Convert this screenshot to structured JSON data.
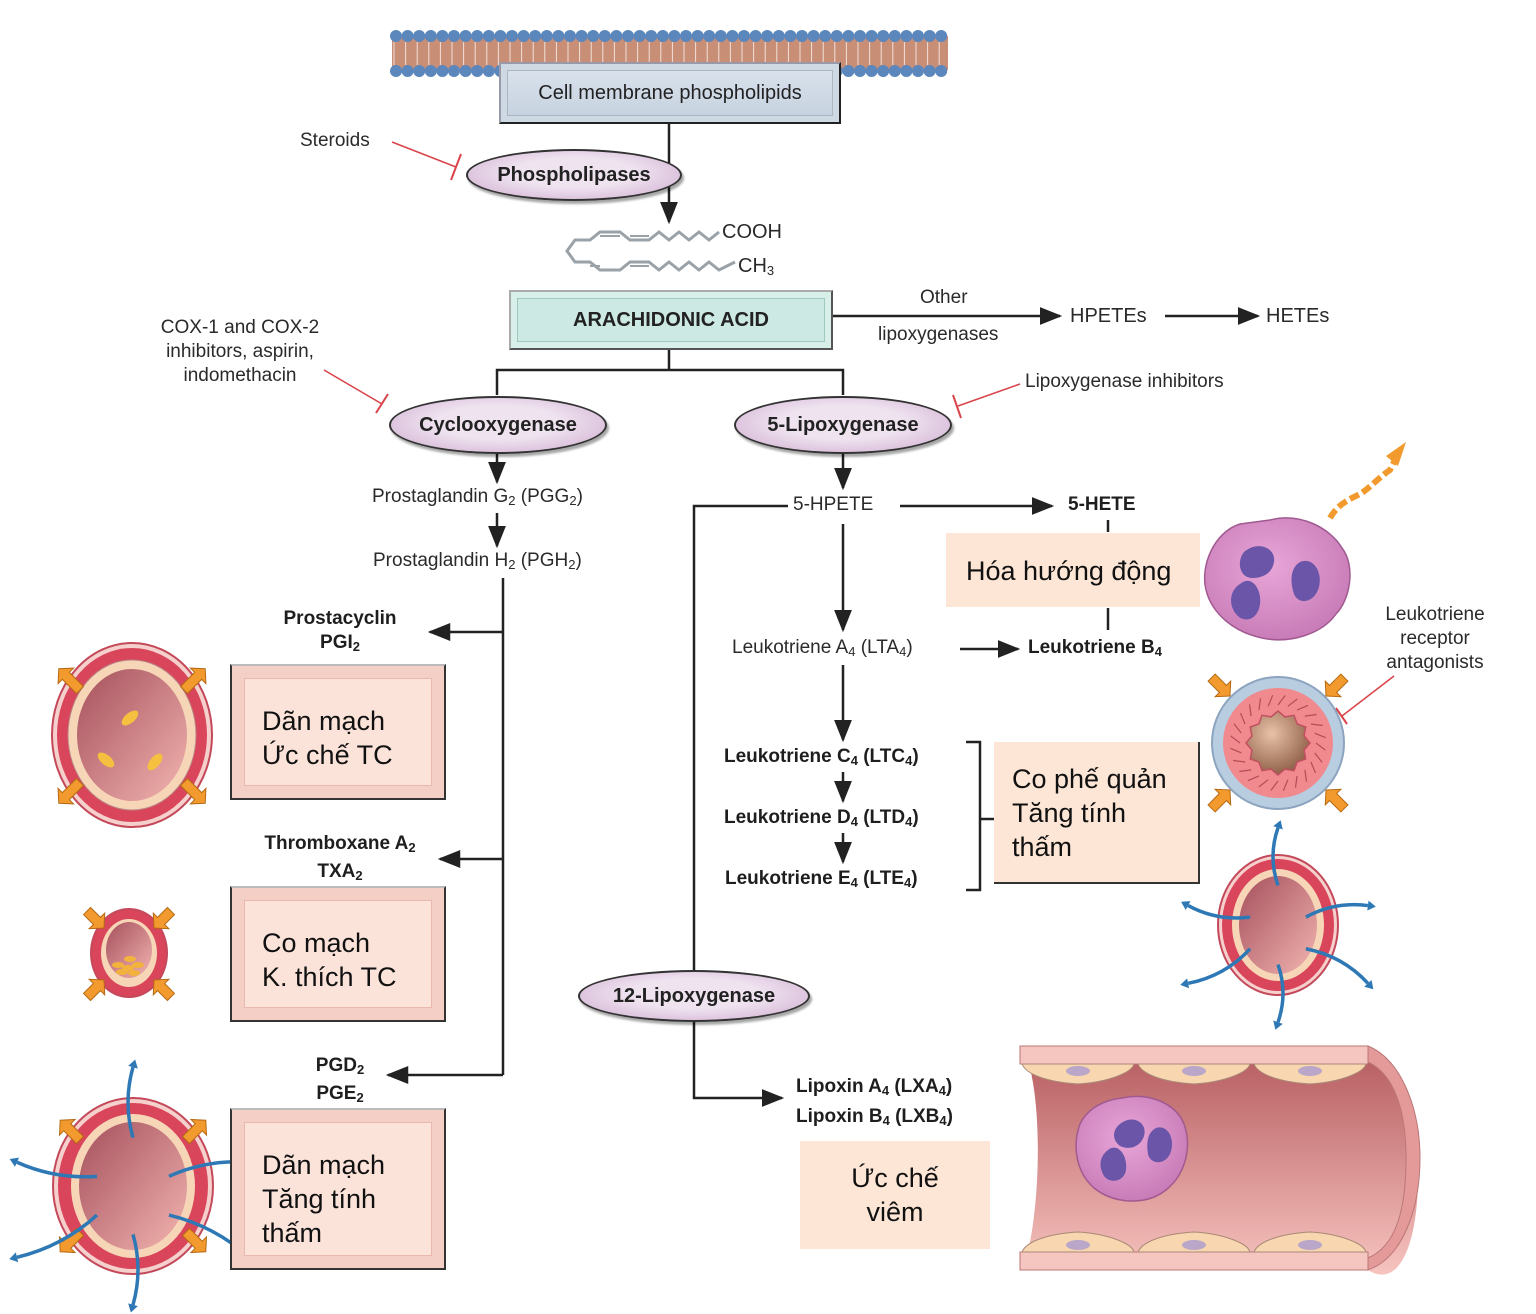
{
  "top": {
    "membrane_label": "Cell membrane phospholipids",
    "steroids_label": "Steroids",
    "phospholipases_label": "Phospholipases",
    "cooh_label": "COOH",
    "ch3_label": "CH",
    "ch3_sub": "3"
  },
  "center": {
    "arachidonic_label": "ARACHIDONIC ACID",
    "other_label": "Other",
    "lipoxygenases_label": "lipoxygenases",
    "hpetes_label": "HPETEs",
    "hetes_label": "HETEs",
    "cox_inhibitors_lines": [
      "COX-1 and COX-2",
      "inhibitors, aspirin,",
      "indomethacin"
    ],
    "lox_inhibitors_label": "Lipoxygenase inhibitors"
  },
  "cox_branch": {
    "enzyme_label": "Cyclooxygenase",
    "pgg2": {
      "text": "Prostaglandin G",
      "sub": "2",
      "paren": " (PGG",
      "paren_sub": "2",
      "close": ")"
    },
    "pgh2": {
      "text": "Prostaglandin H",
      "sub": "2",
      "paren": " (PGH",
      "paren_sub": "2",
      "close": ")"
    },
    "products": [
      {
        "line1": "Prostacyclin",
        "line2": "PGI",
        "line2_sub": "2",
        "effect": "Dãn mạch\nỨc chế TC"
      },
      {
        "line1": "Thromboxane A",
        "line1_sub": "2",
        "line2": "TXA",
        "line2_sub": "2",
        "effect": "Co mạch\nK. thích TC"
      },
      {
        "line1": "PGD",
        "line1_sub": "2",
        "line2": "PGE",
        "line2_sub": "2",
        "effect": "Dãn mạch\nTăng tính\nthấm"
      }
    ]
  },
  "lox_branch": {
    "enzyme_label": "5-Lipoxygenase",
    "hpete_label": "5-HPETE",
    "hete_label": "5-HETE",
    "chemotaxis_effect": "Hóa hướng động",
    "lta4": {
      "text": "Leukotriene A",
      "sub": "4",
      "paren": " (LTA",
      "paren_sub": "4",
      "close": ")"
    },
    "ltb4": {
      "text": "Leukotriene B",
      "sub": "4"
    },
    "ltc4": {
      "text": "Leukotriene C",
      "sub": "4",
      "paren": " (LTC",
      "paren_sub": "4",
      "close": ")"
    },
    "ltd4": {
      "text": "Leukotriene D",
      "sub": "4",
      "paren": " (LTD",
      "paren_sub": "4",
      "close": ")"
    },
    "lte4": {
      "text": "Leukotriene E",
      "sub": "4",
      "paren": " (LTE",
      "paren_sub": "4",
      "close": ")"
    },
    "cysteinyl_effect": "Co phế quản\nTăng tính\nthấm",
    "receptor_antagonists_lines": [
      "Leukotriene",
      "receptor",
      "antagonists"
    ]
  },
  "lox12_branch": {
    "enzyme_label": "12-Lipoxygenase",
    "lxa4": {
      "text": "Lipoxin A",
      "sub": "4",
      "paren": " (LXA",
      "paren_sub": "4",
      "close": ")"
    },
    "lxb4": {
      "text": "Lipoxin B",
      "sub": "4",
      "paren": " (LXB",
      "paren_sub": "4",
      "close": ")"
    },
    "effect": "Ức chế\nviêm"
  },
  "colors": {
    "inhibitor_line": "#d9434a",
    "arrow": "#222222",
    "enzyme_fill": "#d8bcd9",
    "acid_box": "#cde9e3",
    "membrane_box": "#cdd8e4",
    "effect_box": "#fbe3da",
    "vessel_wall": "#d9455a",
    "arrow_orange": "#f29a2e",
    "permeability_blue": "#2e79b5",
    "neutrophil": "#d98ac4",
    "nucleus": "#6a55a8"
  }
}
